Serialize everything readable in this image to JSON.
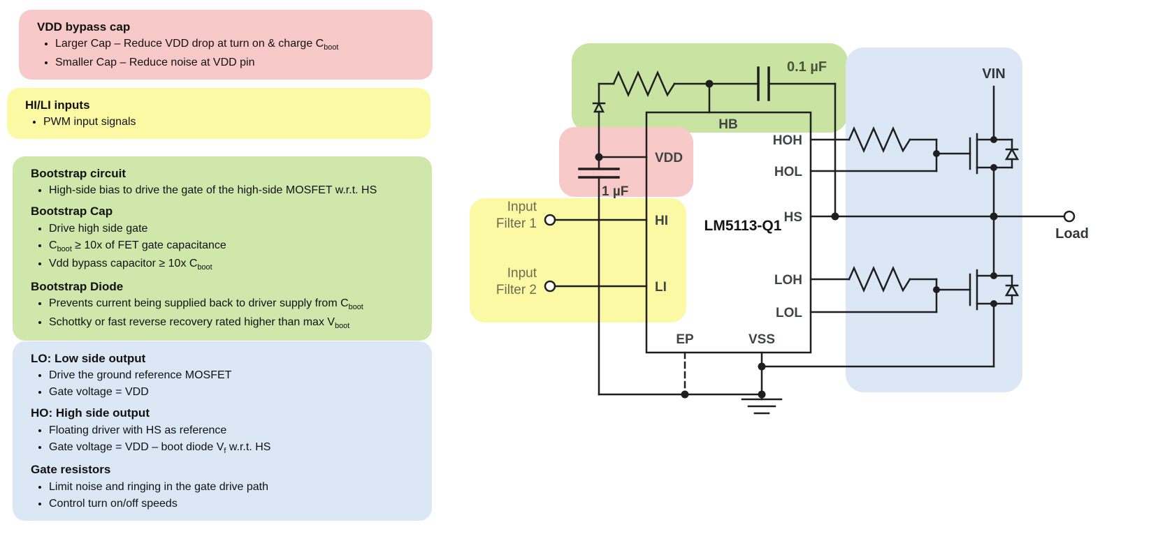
{
  "callouts": [
    {
      "id": "vdd-bypass-cap-note",
      "bg": "#f8c9c9",
      "sections": [
        {
          "title": "VDD bypass cap",
          "bullets": [
            "Larger Cap – Reduce VDD drop at turn on & charge C~boot~",
            "Smaller Cap – Reduce noise at VDD pin"
          ]
        }
      ]
    },
    {
      "id": "hi-li-inputs-note",
      "bg": "#fbf9a4",
      "sections": [
        {
          "title": "HI/LI inputs",
          "bullets": [
            "PWM input signals"
          ]
        }
      ]
    },
    {
      "id": "bootstrap-note",
      "bg": "#cfe7ab",
      "sections": [
        {
          "title": "Bootstrap circuit",
          "bullets": [
            "High-side bias to drive the gate of the high-side MOSFET w.r.t. HS"
          ]
        },
        {
          "title": "Bootstrap Cap",
          "bullets": [
            "Drive high side gate",
            "C~boot~ ≥ 10x of FET gate capacitance",
            "Vdd bypass capacitor ≥ 10x C~boot~"
          ]
        },
        {
          "title": "Bootstrap Diode",
          "bullets": [
            "Prevents current being supplied back to driver supply from C~boot~",
            "Schottky or fast reverse recovery rated higher than max V~boot~"
          ]
        }
      ]
    },
    {
      "id": "outputs-note",
      "bg": "#dbe7f4",
      "sections": [
        {
          "title": "LO: Low side output",
          "bullets": [
            "Drive the ground reference MOSFET",
            "Gate voltage = VDD"
          ]
        },
        {
          "title": "HO: High side output",
          "bullets": [
            "Floating driver with HS as reference",
            "Gate voltage = VDD – boot diode V~f~ w.r.t. HS"
          ]
        },
        {
          "title": "Gate resistors",
          "bullets": [
            "Limit noise and ringing in the gate drive path",
            "Control turn on/off speeds"
          ]
        }
      ]
    }
  ],
  "schematic": {
    "ic": {
      "part_number": "LM5113-Q1",
      "pins": {
        "hb": "HB",
        "vdd": "VDD",
        "hi": "HI",
        "li": "LI",
        "hoh": "HOH",
        "hol": "HOL",
        "hs": "HS",
        "loh": "LOH",
        "lol": "LOL",
        "ep": "EP",
        "vss": "VSS"
      }
    },
    "labels": {
      "vin": "VIN",
      "load": "Load",
      "cap_boot": "0.1 µF",
      "cap_vdd": "1 µF",
      "input1_line1": "Input",
      "input1_line2": "Filter 1",
      "input2_line1": "Input",
      "input2_line2": "Filter 2"
    },
    "regions": {
      "bootstrap": "#c9e3a2",
      "vdd_bypass": "#f8c9c9",
      "inputs": "#fbf9a4",
      "power_stage": "#dbe7f4"
    }
  }
}
